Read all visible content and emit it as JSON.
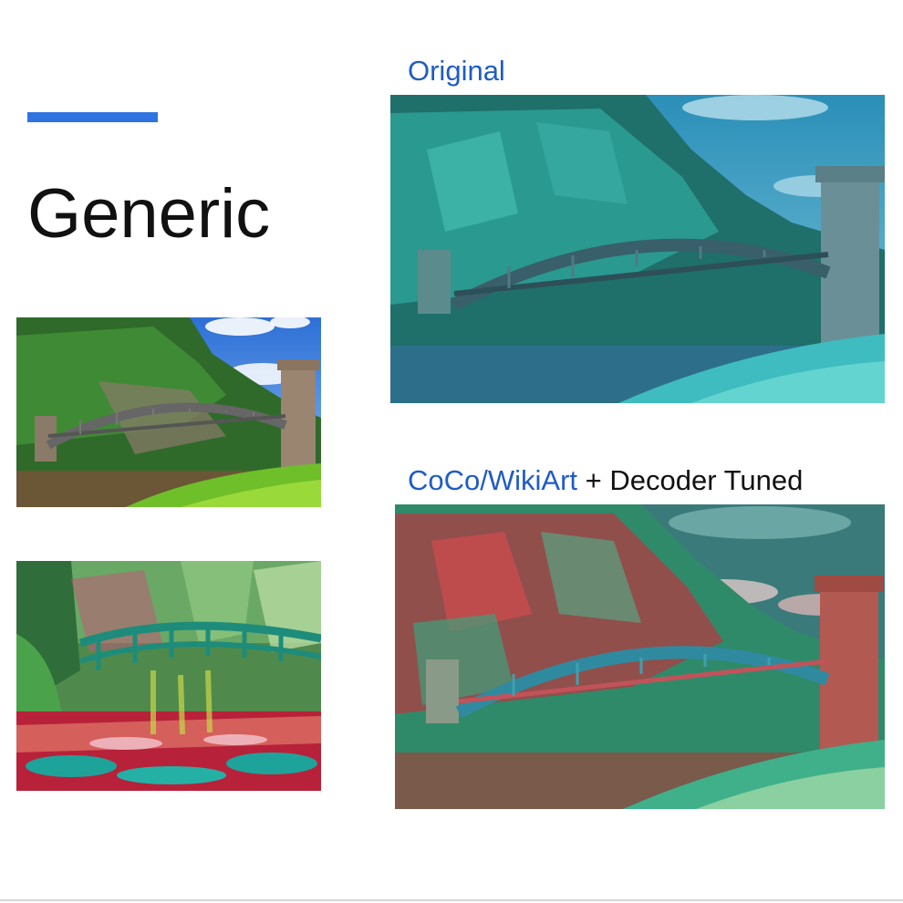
{
  "slide": {
    "title": "Generic",
    "accent_color": "#2f74e0",
    "label_color": "#1f5cc4"
  },
  "labels": {
    "original": "Original",
    "tuned_highlight": "CoCo/WikiArt",
    "tuned_rest": "+ Decoder Tuned"
  },
  "images": {
    "content": "bridge-photo-image",
    "style": "monet-bridge-painting-image",
    "original_result": "cyan-stylized-bridge-image",
    "tuned_result": "red-teal-stylized-bridge-image"
  }
}
